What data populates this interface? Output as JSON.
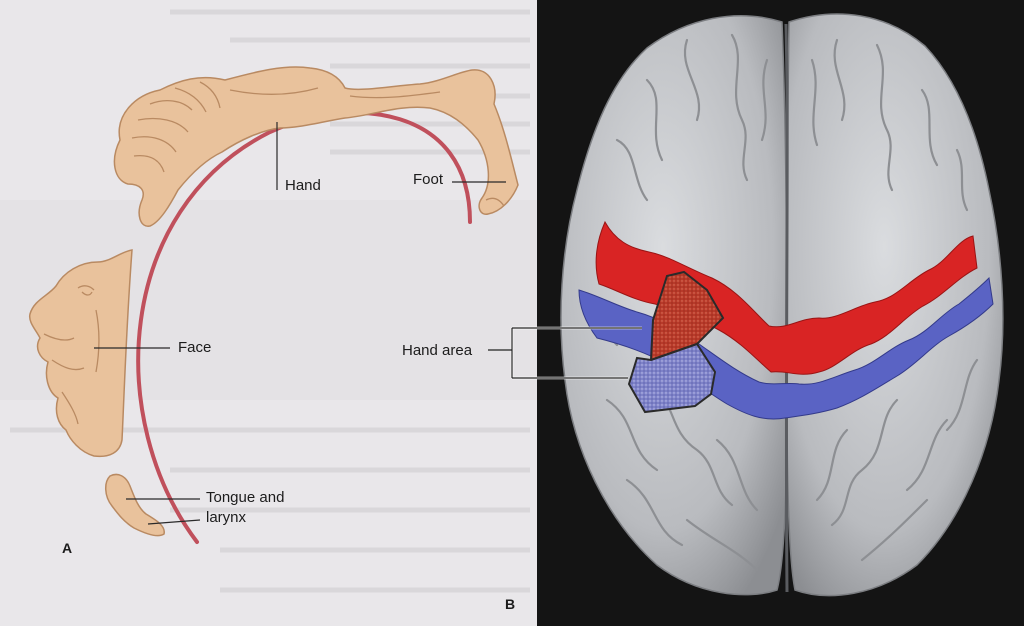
{
  "panel_a": {
    "letter": "A",
    "labels": {
      "hand": "Hand",
      "foot": "Foot",
      "face": "Face",
      "tongue": "Tongue and larynx"
    }
  },
  "panel_b": {
    "letter": "B",
    "labels": {
      "hand_area": "Hand area"
    }
  },
  "colors": {
    "page_bg": "#e9e7ea",
    "body_fill": "#e9c29c",
    "body_outline": "#b98a62",
    "cortex_strip": "#c0505c",
    "brain_bg": "#141414",
    "brain_gray": "#c6c8cc",
    "motor_red": "#d92424",
    "sensory_blue": "#5a63c4",
    "hand_area_red": "#b83a2a",
    "hand_area_blue": "#7e82c8"
  }
}
